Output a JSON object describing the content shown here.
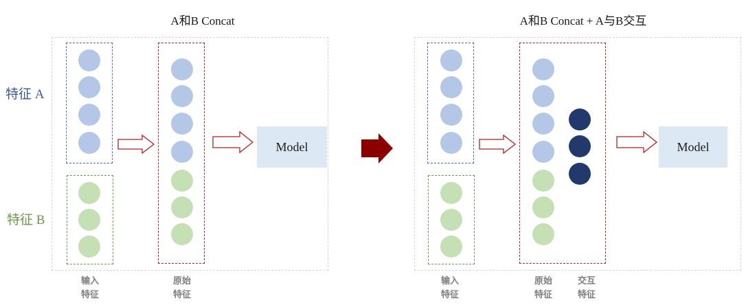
{
  "left_panel": {
    "title": "A和B Concat",
    "feature_a_label": "特征 A",
    "feature_b_label": "特征 B",
    "input_column_label": [
      "输入",
      "特征"
    ],
    "original_column_label": [
      "原始",
      "特征"
    ],
    "input_a_count": 4,
    "input_b_count": 3,
    "concat_a_count": 4,
    "concat_b_count": 3,
    "model_label": "Model"
  },
  "right_panel": {
    "title": "A和B Concat + A与B交互",
    "input_column_label": [
      "输入",
      "特征"
    ],
    "original_column_label": [
      "原始",
      "特征"
    ],
    "interaction_column_label": [
      "交互",
      "特征"
    ],
    "input_a_count": 4,
    "input_b_count": 3,
    "concat_a_count": 4,
    "concat_b_count": 3,
    "interaction_count": 3,
    "model_label": "Model"
  },
  "colors": {
    "feature_a": "#b4c7e7",
    "feature_b": "#c5e0b4",
    "interaction": "#23386b",
    "transition_arrow": "#8b0000",
    "flow_arrow": "#b22222",
    "model_bg": "#dde8f5"
  }
}
